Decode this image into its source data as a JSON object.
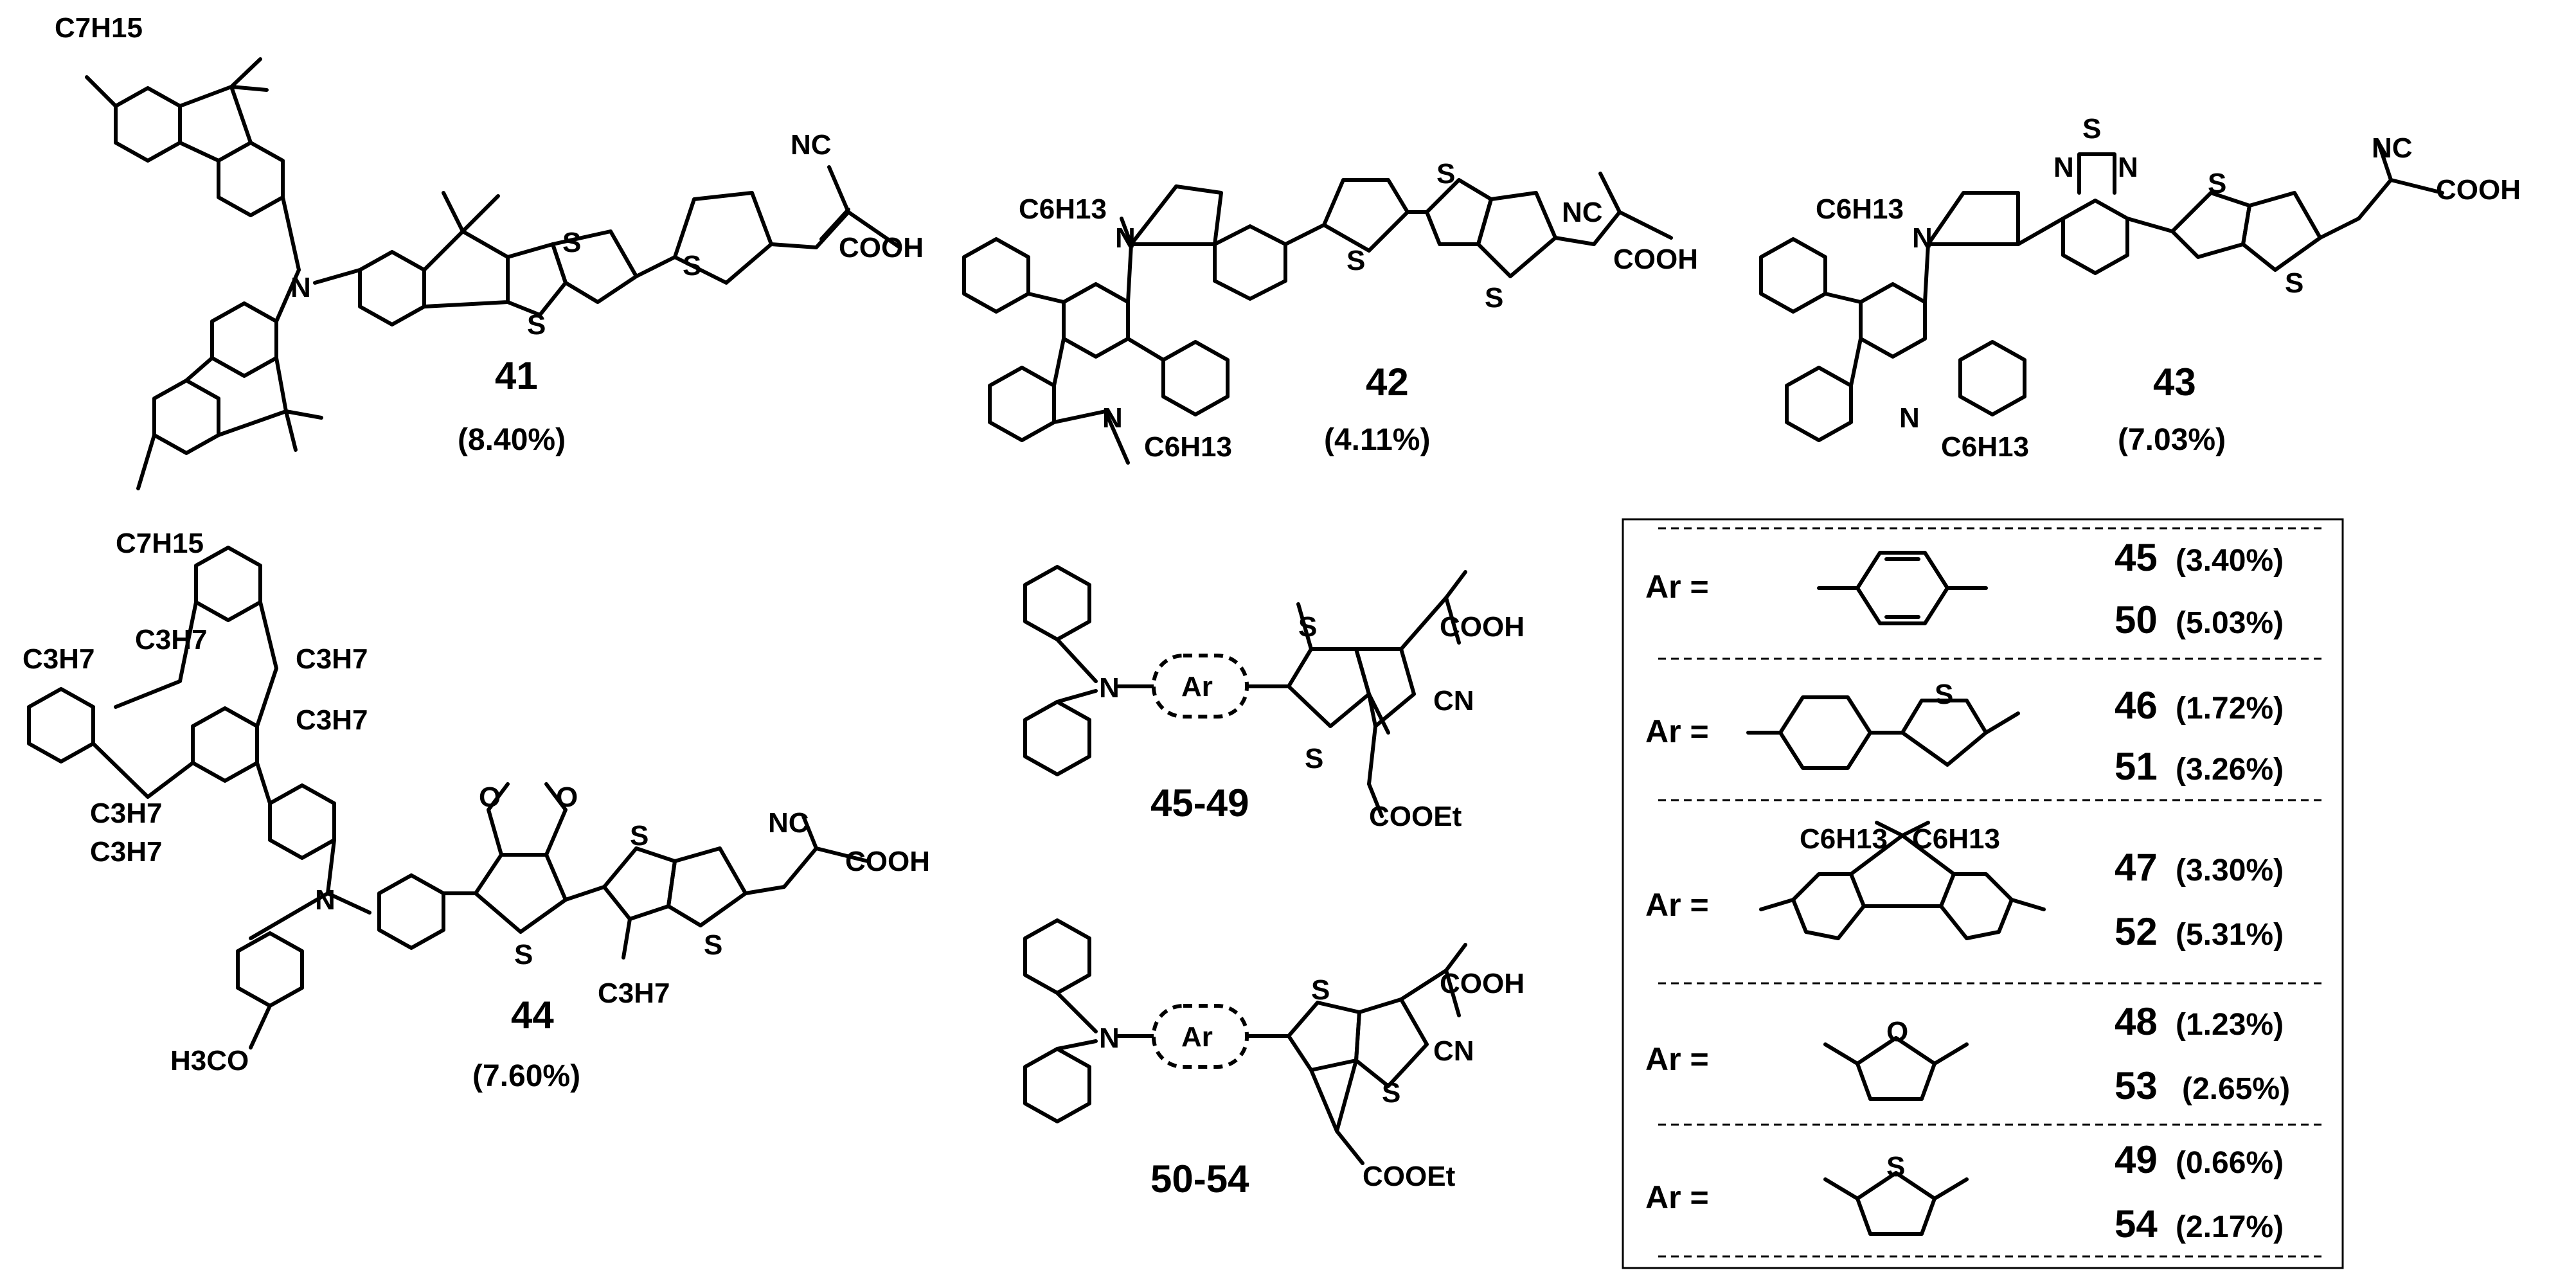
{
  "compounds": {
    "c41": {
      "number": "41",
      "efficiency": "(8.40%)",
      "labels": {
        "c7h15_top": "C7H15",
        "c7h15_bottom": "C7H15",
        "nc": "NC",
        "cooh": "COOH",
        "n": "N",
        "s": "S"
      }
    },
    "c42": {
      "number": "42",
      "efficiency": "(4.11%)",
      "labels": {
        "c6h13_top": "C6H13",
        "c6h13_bottom": "C6H13",
        "nc": "NC",
        "cooh": "COOH",
        "n": "N",
        "s": "S"
      }
    },
    "c43": {
      "number": "43",
      "efficiency": "(7.03%)",
      "labels": {
        "c6h13_top": "C6H13",
        "c6h13_bottom": "C6H13",
        "nc": "NC",
        "cooh": "COOH",
        "n": "N",
        "s": "S"
      }
    },
    "c44": {
      "number": "44",
      "efficiency": "(7.60%)",
      "labels": {
        "c3h7": "C3H7",
        "h3co": "H3CO",
        "nc": "NC",
        "cooh": "COOH",
        "n": "N",
        "s": "S",
        "o": "O"
      }
    }
  },
  "series": {
    "s4549": {
      "label": "45-49",
      "ar": "Ar",
      "n": "N",
      "cooh": "COOH",
      "cn": "CN",
      "cooet": "COOEt",
      "s": "S"
    },
    "s5054": {
      "label": "50-54",
      "ar": "Ar",
      "n": "N",
      "cooh": "COOH",
      "cn": "CN",
      "cooet": "COOEt",
      "s": "S"
    }
  },
  "table": {
    "ar_label": "Ar =",
    "rows": [
      {
        "a": {
          "number": "45",
          "efficiency": "(3.40%)"
        },
        "b": {
          "number": "50",
          "efficiency": "(5.03%)"
        }
      },
      {
        "a": {
          "number": "46",
          "efficiency": "(1.72%)"
        },
        "b": {
          "number": "51",
          "efficiency": "(3.26%)"
        }
      },
      {
        "a": {
          "number": "47",
          "efficiency": "(3.30%)"
        },
        "b": {
          "number": "52",
          "efficiency": "(5.31%)"
        }
      },
      {
        "a": {
          "number": "48",
          "efficiency": "(1.23%)"
        },
        "b": {
          "number": "53",
          "efficiency": "(2.65%)"
        }
      },
      {
        "a": {
          "number": "49",
          "efficiency": "(0.66%)"
        },
        "b": {
          "number": "54",
          "efficiency": "(2.17%)"
        }
      }
    ],
    "hetero": {
      "s": "S",
      "o": "O",
      "c6h13": "C6H13"
    }
  }
}
